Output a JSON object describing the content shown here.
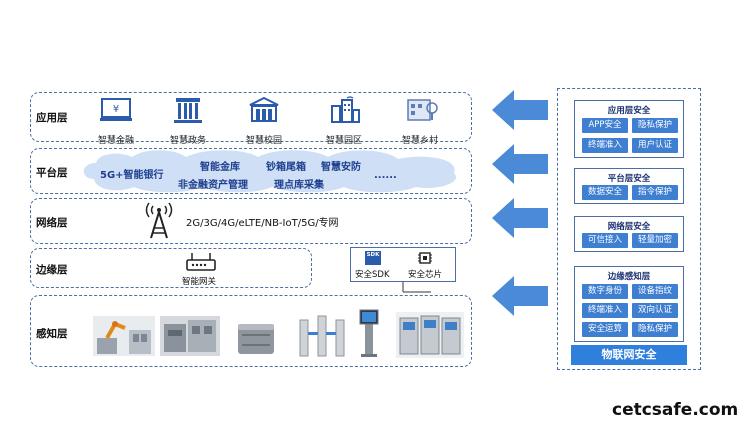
{
  "layers": {
    "application": {
      "label": "应用层",
      "items": [
        "智慧金融",
        "智慧政务",
        "智慧校园",
        "智慧园区",
        "智慧乡村"
      ]
    },
    "platform": {
      "label": "平台层",
      "items": [
        "5G+智能银行",
        "智能金库",
        "钞箱尾箱",
        "智慧安防",
        "非金融资产管理",
        "理点库采集",
        "......"
      ]
    },
    "network": {
      "label": "网络层",
      "text": "2G/3G/4G/eLTE/NB-IoT/5G/专网"
    },
    "edge": {
      "label": "边缘层",
      "gateway": "智能网关",
      "sdk_badge": "SDK",
      "sdk": "安全SDK",
      "chip": "安全芯片"
    },
    "perception": {
      "label": "感知层"
    }
  },
  "security": {
    "application": {
      "title": "应用层安全",
      "items": [
        "APP安全",
        "隐私保护",
        "终端准入",
        "用户认证"
      ]
    },
    "platform": {
      "title": "平台层安全",
      "items": [
        "数据安全",
        "指令保护"
      ]
    },
    "network": {
      "title": "网络层安全",
      "items": [
        "可信接入",
        "轻量加密"
      ]
    },
    "edge": {
      "title": "边缘感知层",
      "items": [
        "数字身份",
        "设备指纹",
        "终端准入",
        "双向认证",
        "安全运算",
        "隐私保护"
      ]
    },
    "footer": "物联网安全"
  },
  "watermark": "cetcsafe.com",
  "colors": {
    "accent": "#3f7fd2",
    "border": "#4a6fa5",
    "arrow": "#4a8ad6"
  }
}
